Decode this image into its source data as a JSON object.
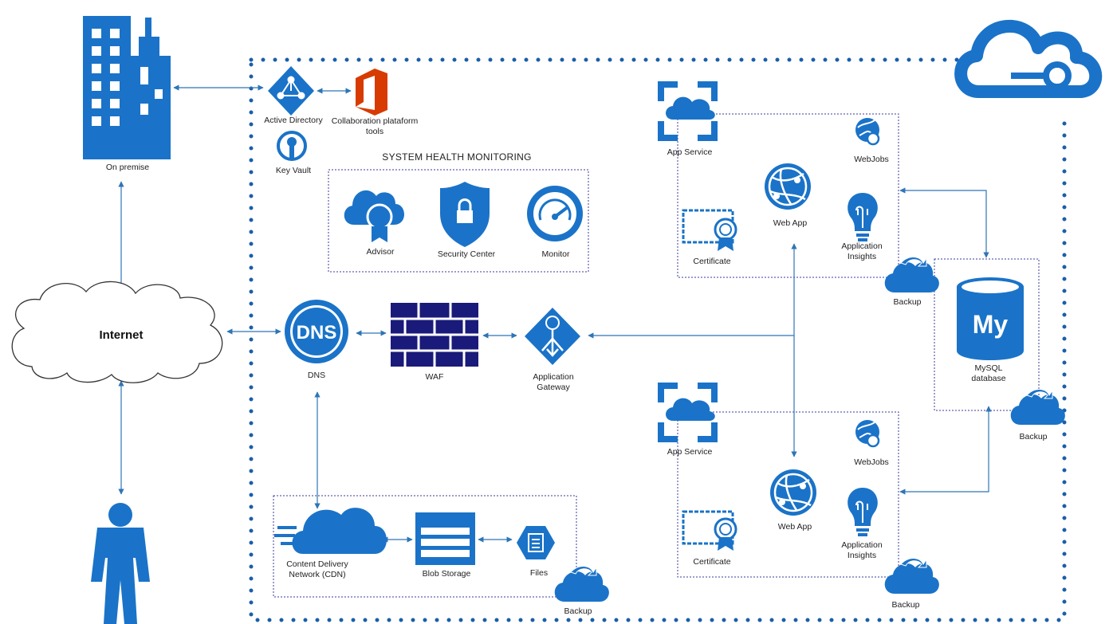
{
  "colors": {
    "azure": "#1a73c8",
    "office": "#d83b01",
    "line": "#2e75b6",
    "box": "#3b3b9e"
  },
  "labels": {
    "on_premise": "On premise",
    "internet": "Internet",
    "active_directory": "Active Directory",
    "collab_line1": "Collaboration plataform",
    "collab_line2": "tools",
    "key_vault": "Key Vault",
    "health_title": "SYSTEM HEALTH MONITORING",
    "advisor": "Advisor",
    "security_center": "Security Center",
    "monitor": "Monitor",
    "dns": "DNS",
    "waf": "WAF",
    "appgw_line1": "Application",
    "appgw_line2": "Gateway",
    "cdn_line1": "Content Delivery",
    "cdn_line2": "Network (CDN)",
    "blob_storage": "Blob Storage",
    "files": "Files",
    "backup": "Backup",
    "app_service": "App Service",
    "webjobs": "WebJobs",
    "web_app": "Web App",
    "certificate": "Certificate",
    "appinsights_line1": "Application",
    "appinsights_line2": "Insights",
    "mysql_line1": "MySQL",
    "mysql_line2": "database",
    "dns_glyph": "DNS",
    "mysql_glyph": "My"
  },
  "icons": [
    "building-icon",
    "cloud-icon",
    "person-icon",
    "active-directory-icon",
    "office-icon",
    "key-vault-icon",
    "advisor-icon",
    "security-center-icon",
    "monitor-icon",
    "dns-icon",
    "firewall-icon",
    "application-gateway-icon",
    "cdn-icon",
    "blob-storage-icon",
    "files-icon",
    "backup-icon",
    "app-service-icon",
    "webjobs-icon",
    "web-app-icon",
    "certificate-icon",
    "application-insights-icon",
    "mysql-icon",
    "azure-cloud-icon"
  ]
}
